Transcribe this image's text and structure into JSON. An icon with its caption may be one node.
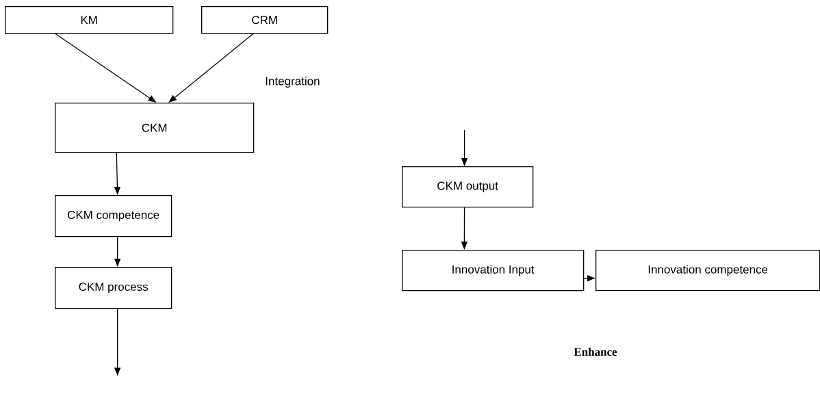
{
  "diagram": {
    "nodes": [
      {
        "text": [
          "KM"
        ]
      },
      {
        "text": [
          "CRM"
        ]
      },
      {
        "text": [
          "CKM"
        ]
      },
      {
        "text": [
          "CKM competence"
        ]
      },
      {
        "text": [
          "CKM process"
        ]
      },
      {
        "text": [
          "CKM output"
        ]
      },
      {
        "text": [
          "Innovation Input"
        ]
      },
      {
        "text": [
          "Innovation competence"
        ]
      }
    ],
    "edges": [
      {
        "from": 0,
        "to": 2,
        "arrow": "to"
      },
      {
        "from": 1,
        "to": 2,
        "arrow": "to"
      },
      {
        "from": 2,
        "to": 3,
        "arrow": "to"
      },
      {
        "from": 3,
        "to": 4,
        "arrow": "to"
      },
      {
        "from": 4,
        "to": null,
        "arrow": "to"
      },
      {
        "from": null,
        "to": 5,
        "arrow": "to"
      },
      {
        "from": 5,
        "to": 6,
        "arrow": "to"
      },
      {
        "from": 6,
        "to": 7,
        "arrow": "to"
      }
    ],
    "labels": [
      "Integration",
      "Enhance"
    ]
  }
}
